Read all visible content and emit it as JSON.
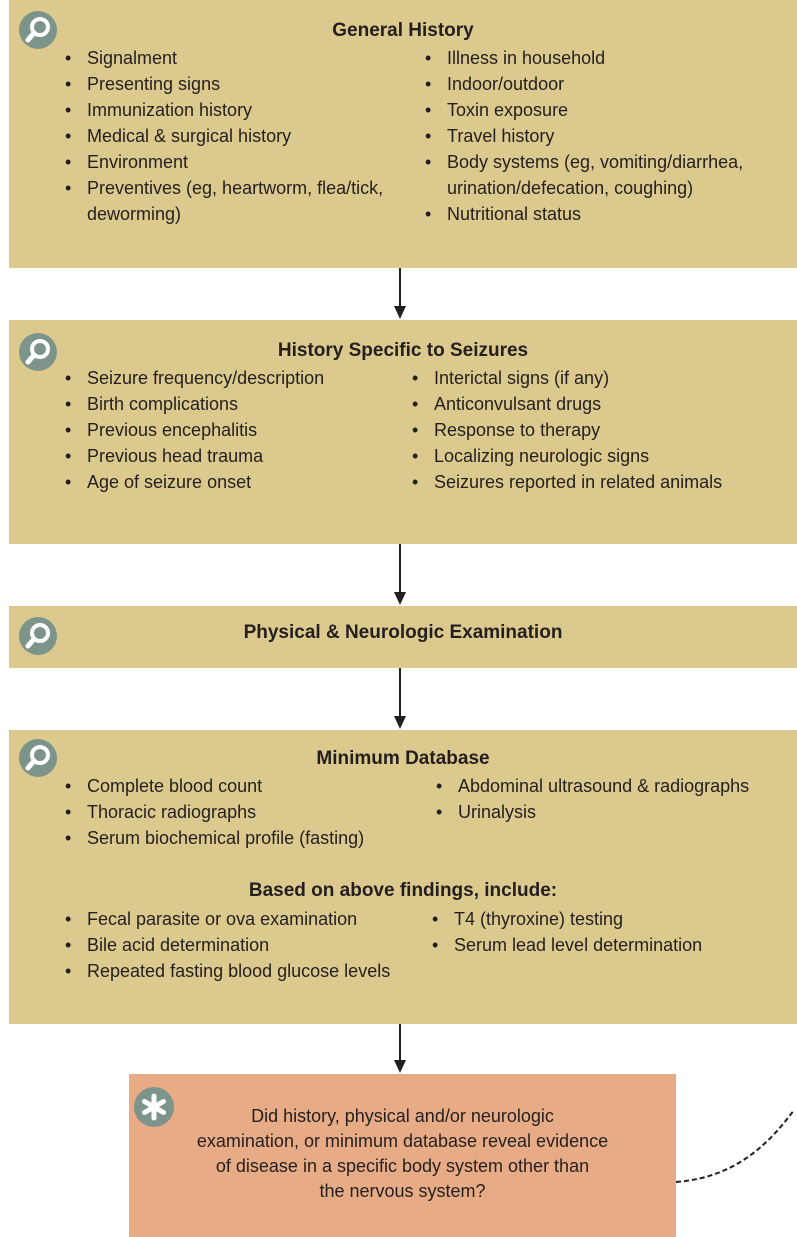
{
  "box1": {
    "title": "General History",
    "left_items": [
      "Signalment",
      "Presenting signs",
      "Immunization history",
      "Medical & surgical history",
      "Environment",
      "Preventives (eg, heartworm, flea/tick, deworming)"
    ],
    "right_items": [
      "Illness in household",
      "Indoor/outdoor",
      "Toxin exposure",
      "Travel history",
      "Body systems (eg, vomiting/diarrhea, urination/defecation, coughing)",
      "Nutritional status"
    ]
  },
  "box2": {
    "title": "History Specific to Seizures",
    "left_items": [
      "Seizure frequency/description",
      "Birth complications",
      "Previous encephalitis",
      "Previous head trauma",
      "Age of seizure onset"
    ],
    "right_items": [
      "Interictal signs (if any)",
      "Anticonvulsant drugs",
      "Response to therapy",
      "Localizing neurologic signs",
      "Seizures reported in related animals"
    ]
  },
  "box3": {
    "title": "Physical & Neurologic Examination"
  },
  "box4": {
    "title": "Minimum Database",
    "left_items": [
      "Complete blood count",
      "Thoracic radiographs",
      "Serum biochemical profile (fasting)"
    ],
    "right_items": [
      "Abdominal ultrasound & radiographs",
      "Urinalysis"
    ],
    "subtitle": "Based on above findings, include:",
    "sub_left_items": [
      "Fecal parasite or ova examination",
      "Bile acid determination",
      "Repeated fasting blood glucose levels"
    ],
    "sub_right_items": [
      "T4 (thyroxine) testing",
      "Serum lead level determination"
    ]
  },
  "question": {
    "line1": "Did history, physical and/or neurologic",
    "line2": "examination, or minimum database reveal evidence",
    "line3": "of disease in a specific body system other than",
    "line4": "the nervous system?"
  },
  "colors": {
    "step_box": "#dcc98d",
    "question_box": "#e7ac86",
    "icon": "#7c948a",
    "arrow": "#231f20"
  },
  "icons": {
    "step": "magnifier-icon",
    "question": "asterisk-icon"
  }
}
